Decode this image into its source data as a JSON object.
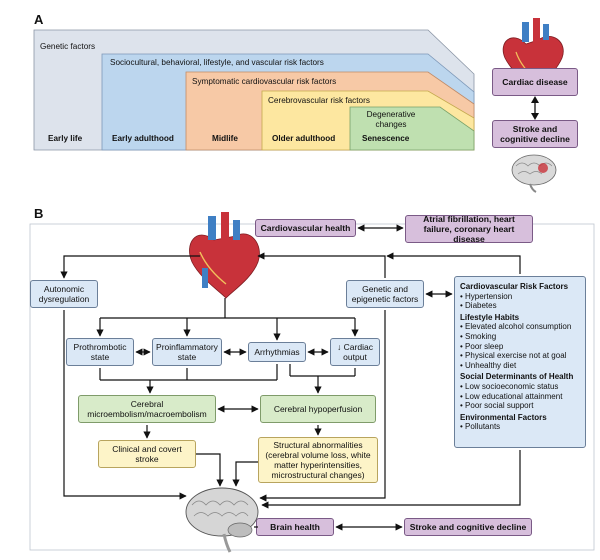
{
  "panel_a": {
    "label": "A",
    "bands": [
      {
        "title": "Genetic factors",
        "stage": "Early life",
        "color": "#dde3ec"
      },
      {
        "title": "Sociocultural, behavioral, lifestyle, and vascular risk factors",
        "stage": "Early adulthood",
        "color": "#bcd6ee"
      },
      {
        "title": "Symptomatic cardiovascular risk factors",
        "stage": "Midlife",
        "color": "#f7c9a6"
      },
      {
        "title": "Cerebrovascular risk factors",
        "stage": "Older adulthood",
        "color": "#fde7a0"
      },
      {
        "title": "Degenerative changes",
        "stage": "Senescence",
        "color": "#bfe0b0"
      }
    ],
    "cardiac_disease": "Cardiac disease",
    "stroke_cognitive": "Stroke and cognitive decline"
  },
  "panel_b": {
    "label": "B",
    "cardiovascular_health": "Cardiovascular health",
    "af_hf_chd": "Atrial fibrillation, heart failure, coronary heart disease",
    "autonomic": "Autonomic dysregulation",
    "genetic": "Genetic and epigenetic factors",
    "prothrombotic": "Prothrombotic state",
    "proinflammatory": "Proinflammatory state",
    "arrhythmias": "Arrhythmias",
    "cardiac_output": "↓ Cardiac output",
    "microembolism": "Cerebral microembolism/macroembolism",
    "hypoperfusion": "Cerebral hypoperfusion",
    "clinical_stroke": "Clinical and covert stroke",
    "structural": "Structural abnormalities (cerebral volume loss, white matter hyperintensities, microstructural changes)",
    "brain_health": "Brain health",
    "stroke_cognitive": "Stroke and cognitive decline",
    "risk_factors": [
      {
        "heading": "Cardiovascular Risk Factors",
        "items": [
          "Hypertension",
          "Diabetes"
        ]
      },
      {
        "heading": "Lifestyle Habits",
        "items": [
          "Elevated alcohol consumption",
          "Smoking",
          "Poor sleep",
          "Physical exercise not at goal",
          "Unhealthy diet"
        ]
      },
      {
        "heading": "Social Determinants of Health",
        "items": [
          "Low socioeconomic status",
          "Low educational attainment",
          "Poor social support"
        ]
      },
      {
        "heading": "Environmental Factors",
        "items": [
          "Pollutants"
        ]
      }
    ]
  }
}
